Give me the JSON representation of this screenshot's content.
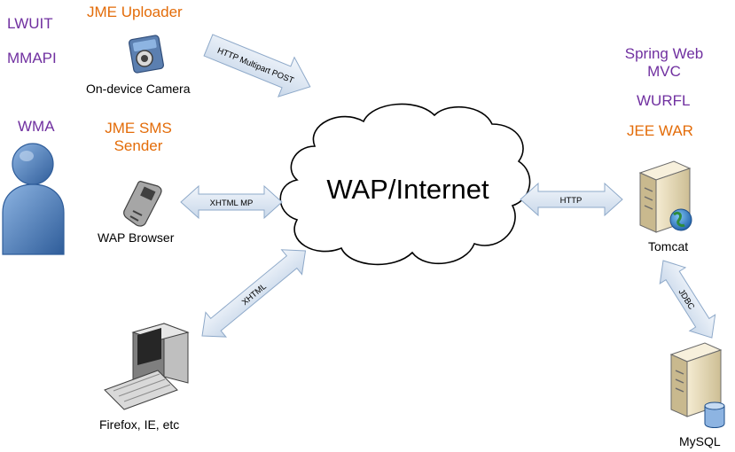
{
  "labels": {
    "lwuit": "LWUIT",
    "mmapi": "MMAPI",
    "wma": "WMA",
    "jme_uploader": "JME Uploader",
    "on_device_camera": "On-device Camera",
    "jme_sms_sender_line1": "JME SMS",
    "jme_sms_sender_line2": "Sender",
    "wap_browser": "WAP Browser",
    "firefox": "Firefox, IE, etc",
    "cloud": "WAP/Internet",
    "spring_line1": "Spring Web",
    "spring_line2": "MVC",
    "wurfl": "WURFL",
    "jee_war": "JEE WAR",
    "tomcat": "Tomcat",
    "mysql": "MySQL"
  },
  "arrows": {
    "http_multipart": "HTTP Multipart POST",
    "xhtml_mp": "XHTML MP",
    "xhtml": "XHTML",
    "http": "HTTP",
    "jdbc": "JDBC"
  },
  "colors": {
    "purple": "#7030A0",
    "orange": "#E36C09",
    "arrow_fill": "#DCE6F2",
    "arrow_stroke": "#8EA9C9",
    "person": "#4F81BD"
  },
  "icons": [
    "person-icon",
    "camera-icon",
    "phone-icon",
    "desktop-computer-icon",
    "server-icon",
    "globe-icon",
    "database-icon",
    "cloud-shape"
  ]
}
